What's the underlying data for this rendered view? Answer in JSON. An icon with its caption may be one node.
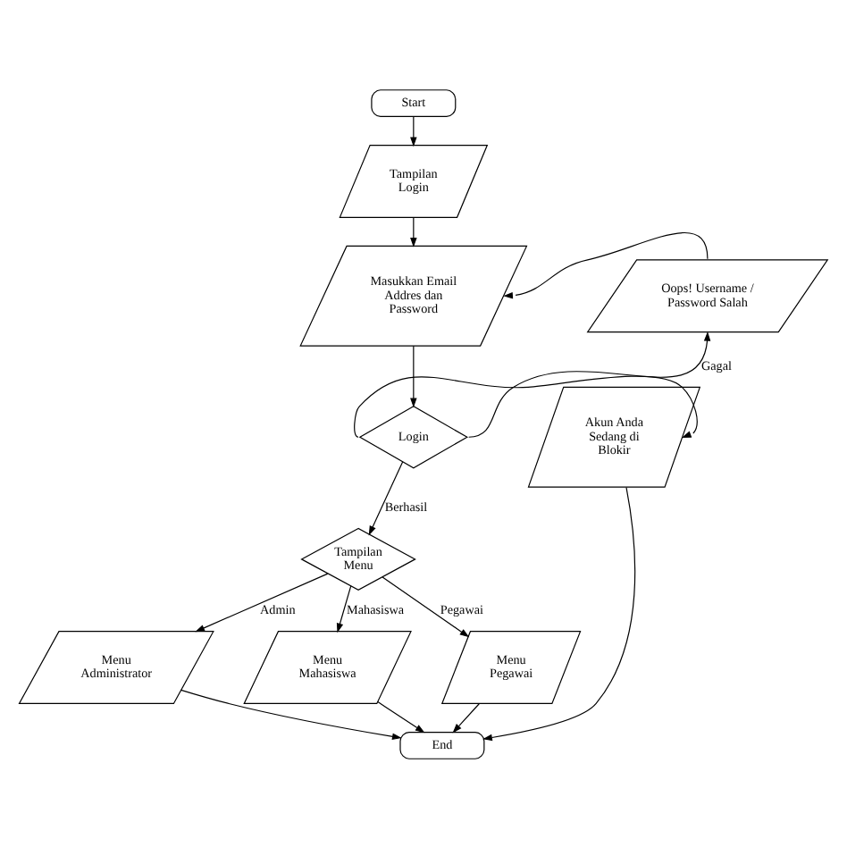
{
  "diagram": {
    "nodes": [
      {
        "text": [
          "Start"
        ]
      },
      {
        "text": [
          "Tampilan Login"
        ]
      },
      {
        "text": [
          "Masukkan Email Addres dan Password"
        ]
      },
      {
        "text": [
          "Oops! Username / Password Salah"
        ]
      },
      {
        "text": [
          "Akun Anda Sedang di Blokir"
        ]
      },
      {
        "text": [
          "Login"
        ]
      },
      {
        "text": [
          "Tampilan Menu"
        ]
      },
      {
        "text": [
          "Menu Administrator"
        ]
      },
      {
        "text": [
          "Menu Mahasiswa"
        ]
      },
      {
        "text": [
          "Menu Pegawai"
        ]
      },
      {
        "text": [
          "End"
        ]
      }
    ],
    "edges": [
      {
        "from": 0,
        "to": 1,
        "arrow": "to"
      },
      {
        "from": 1,
        "to": 2,
        "arrow": "to"
      },
      {
        "from": 2,
        "to": 5,
        "arrow": "to"
      },
      {
        "from": 5,
        "to": 3,
        "arrow": "to",
        "label": "Gagal"
      },
      {
        "from": 3,
        "to": 2,
        "arrow": "to"
      },
      {
        "from": 5,
        "to": 4,
        "arrow": "to"
      },
      {
        "from": 4,
        "to": 10,
        "arrow": "to"
      },
      {
        "from": 5,
        "to": 6,
        "arrow": "to",
        "label": "Berhasil"
      },
      {
        "from": 6,
        "to": 7,
        "arrow": "to",
        "label": "Admin"
      },
      {
        "from": 6,
        "to": 8,
        "arrow": "to",
        "label": "Mahasiswa"
      },
      {
        "from": 6,
        "to": 9,
        "arrow": "to",
        "label": "Pegawai"
      },
      {
        "from": 7,
        "to": 10,
        "arrow": "to"
      },
      {
        "from": 8,
        "to": 10,
        "arrow": "to"
      },
      {
        "from": 9,
        "to": 10,
        "arrow": "to"
      }
    ]
  }
}
